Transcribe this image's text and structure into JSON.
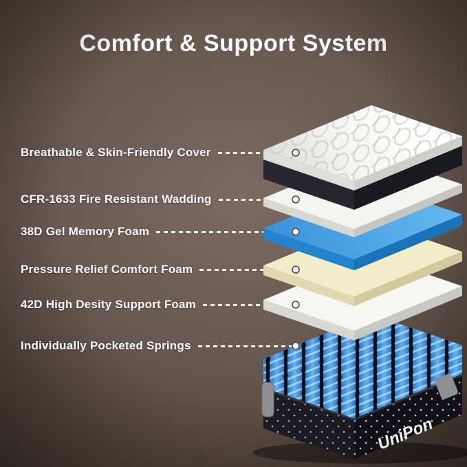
{
  "title": "Comfort & Support System",
  "brand": "UniPon",
  "labels": [
    "Breathable & Skin-Friendly Cover",
    "CFR-1633 Fire Resistant Wadding",
    "38D Gel Memory Foam",
    "Pressure Relief Comfort Foam",
    "42D High Desity Support Foam",
    "Individually Pocketed Springs"
  ],
  "colors": {
    "background_brown": "#685a50",
    "gel_blue": "#3f9ade",
    "comfort_cream": "#f1ecca",
    "spring_blue": "#3b8fe0",
    "base_black": "#16161b",
    "label_text": "#ffffff"
  }
}
